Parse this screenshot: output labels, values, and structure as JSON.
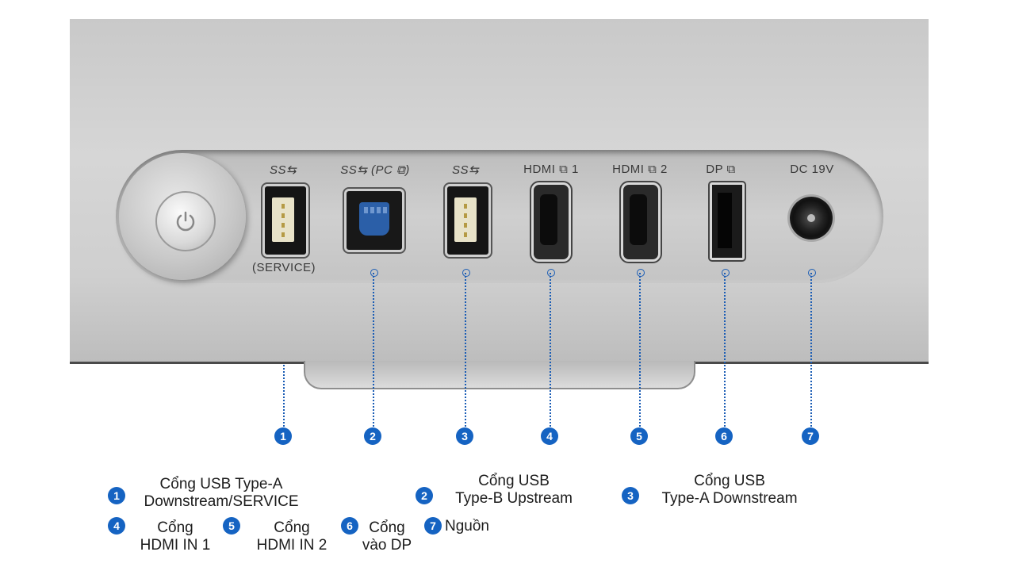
{
  "port_labels": {
    "usb_a_1": "SS⇆",
    "usb_b": "SS⇆ (PC ⧉)",
    "usb_a_3": "SS⇆",
    "hdmi1": "HDMI ⧉ 1",
    "hdmi2": "HDMI ⧉ 2",
    "dp": "DP ⧉",
    "dc": "DC 19V",
    "service": "(SERVICE)"
  },
  "callouts": [
    "1",
    "2",
    "3",
    "4",
    "5",
    "6",
    "7"
  ],
  "legend": [
    {
      "num": "1",
      "line1": "Cổng USB Type-A",
      "line2": "Downstream/SERVICE"
    },
    {
      "num": "2",
      "line1": "Cổng USB",
      "line2": "Type-B Upstream"
    },
    {
      "num": "3",
      "line1": "Cổng USB",
      "line2": "Type-A Downstream"
    },
    {
      "num": "4",
      "line1": "Cổng",
      "line2": "HDMI IN 1"
    },
    {
      "num": "5",
      "line1": "Cổng",
      "line2": "HDMI IN 2"
    },
    {
      "num": "6",
      "line1": "Cổng",
      "line2": "vào DP"
    },
    {
      "num": "7",
      "line1": "Nguồn",
      "line2": ""
    }
  ],
  "colors": {
    "accent": "#1563c2"
  }
}
